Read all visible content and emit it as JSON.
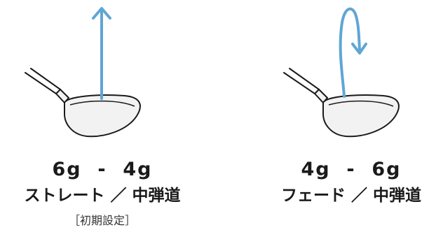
{
  "colors": {
    "arrow": "#5fa6d4",
    "outline": "#1a1a1a",
    "head_fill": "#f2f2f2",
    "text": "#1a1a1a"
  },
  "left_panel": {
    "weights": "6g  -  4g",
    "label": "ストレート ／ 中弾道",
    "note": "［初期設定］",
    "arrow_icon": "straight-up-arrow"
  },
  "right_panel": {
    "weights": "4g  -  6g",
    "label": "フェード ／ 中弾道",
    "arrow_icon": "curving-fade-arrow"
  }
}
